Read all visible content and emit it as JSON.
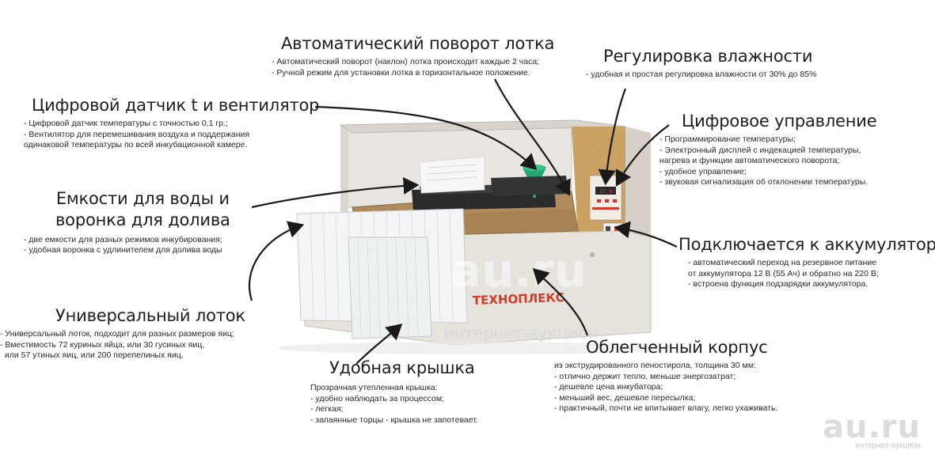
{
  "features": {
    "tray_rotation": {
      "title": "Автоматический поворот лотка",
      "items": [
        "- Автоматический поворот (наклон) лотка происходит каждые 2 часа;",
        "- Ручной режим для установки лотка в горизонтальное положение."
      ]
    },
    "humidity": {
      "title": "Регулировка влажности",
      "items": [
        "- удобная и простая регулировка влажности от 30% до 85%"
      ]
    },
    "sensor": {
      "title": "Цифровой датчик t и вентилятор",
      "items": [
        "- Цифровой датчик температуры с точностью 0,1 гр.;",
        "- Вентилятор для перемешивания воздуха и поддержания",
        "одинаковой температуры по всей инкубационной камере."
      ]
    },
    "digital": {
      "title": "Цифровое управление",
      "items": [
        "- Программирование температуры;",
        "- Электронный дисплей с индекацией температуры,",
        "нагрева и функции автоматического поворота;",
        "- удобное управление;",
        "- звуковая сигнализация об отклонении температуры."
      ]
    },
    "water": {
      "title_line1": "Емкости для воды и",
      "title_line2": "воронка для долива",
      "items": [
        "- две емкости для разных режимов инкубирования;",
        "- удобная воронка с удлинителем для долива воды"
      ]
    },
    "battery": {
      "title": "Подключается к аккумулятору",
      "items": [
        "- автоматический переход на резервное питание",
        "от аккумулятора 12 В (55 Ач) и обратно на 220 В;",
        "- встроена функция подзарядки аккумулятора."
      ]
    },
    "universal": {
      "title": "Универсальный лоток",
      "items": [
        "- Универсальный лоток, подходит для разных размеров яиц;",
        "- Вместимость 72 куриных яйца, или 30 гусиных яиц,",
        "  или 57 утиных яиц, или 200 перепелиных яиц."
      ]
    },
    "case": {
      "title": "Облегченный корпус",
      "items": [
        "из экструдированного пенostirola, толщина 30 мм:",
        "- отлично держит тепло, меньше энергозатрат;",
        "- дешевле цена инкубатора;",
        "- меньший вес, дешевле пересылка;",
        "- практичный, почти не впитывает влагу, легко ухаживать."
      ]
    },
    "lid": {
      "title": "Удобная крышка",
      "items": [
        "Прозрачная утепленная крышка:",
        "- удобно наблюдать за процессом;",
        "- легкая;",
        "- запаянные торцы - крышка не запотевает."
      ]
    }
  },
  "product": {
    "brand": "ТЕХНОПЛЕКС",
    "display_value": "37.8"
  },
  "watermark": {
    "main": "au.ru",
    "sub": "интернет-аукцион",
    "center_main": "au.ru",
    "center_sub": "интернет-аукцион"
  },
  "colors": {
    "foam": "#e8e4df",
    "foam_dark": "#cfcac4",
    "cork": "#c9a264",
    "wood": "#b08a5a",
    "brand_red": "#d23a2c",
    "arrow": "#1a1a1a"
  }
}
